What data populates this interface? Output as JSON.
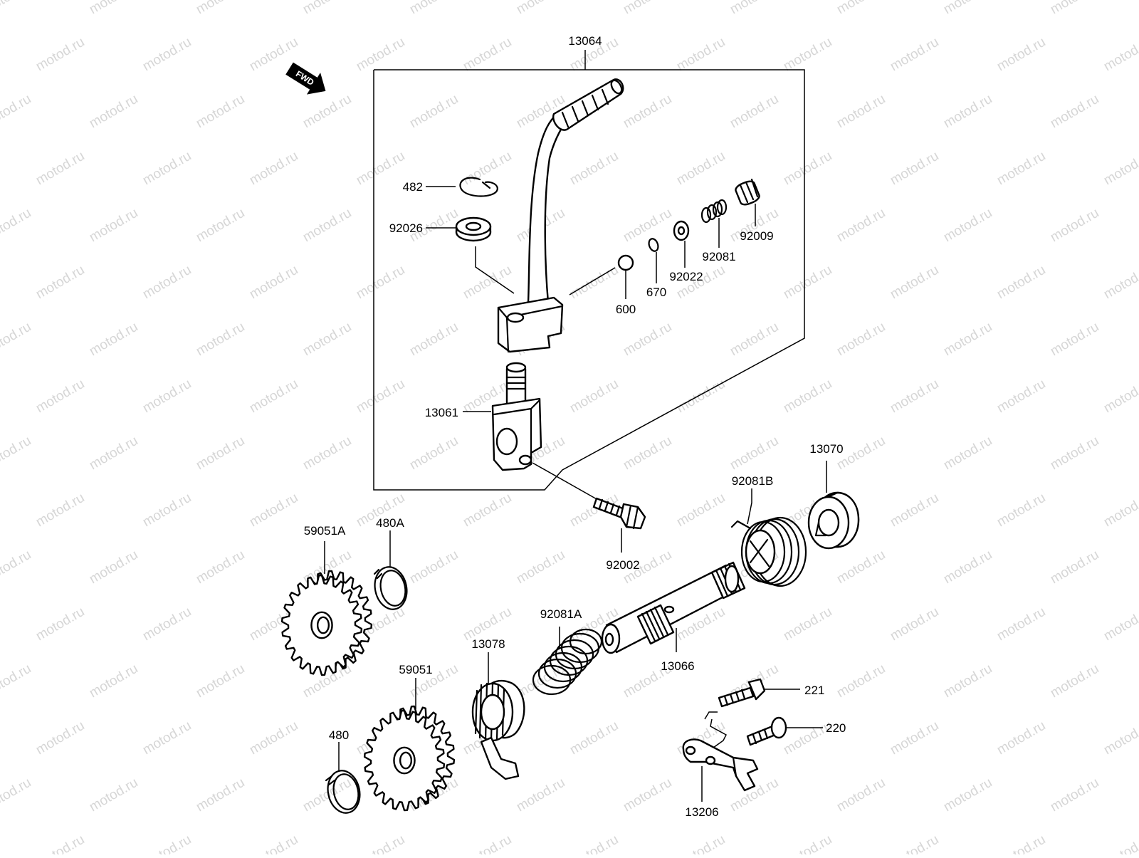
{
  "watermark": "motod.ru",
  "fwd_label": "FWD",
  "colors": {
    "line": "#000000",
    "background": "#ffffff",
    "watermark": "#d6d6d6"
  },
  "parts": {
    "p13064": "13064",
    "p482": "482",
    "p92026": "92026",
    "p92009": "92009",
    "p92081": "92081",
    "p92022": "92022",
    "p670": "670",
    "p600": "600",
    "p13061": "13061",
    "p13070": "13070",
    "p92081B": "92081B",
    "p92002": "92002",
    "p59051A": "59051A",
    "p480A": "480A",
    "p92081A": "92081A",
    "p13078": "13078",
    "p13066": "13066",
    "p59051": "59051",
    "p221": "221",
    "p220": "220",
    "p480": "480",
    "p13206": "13206"
  }
}
